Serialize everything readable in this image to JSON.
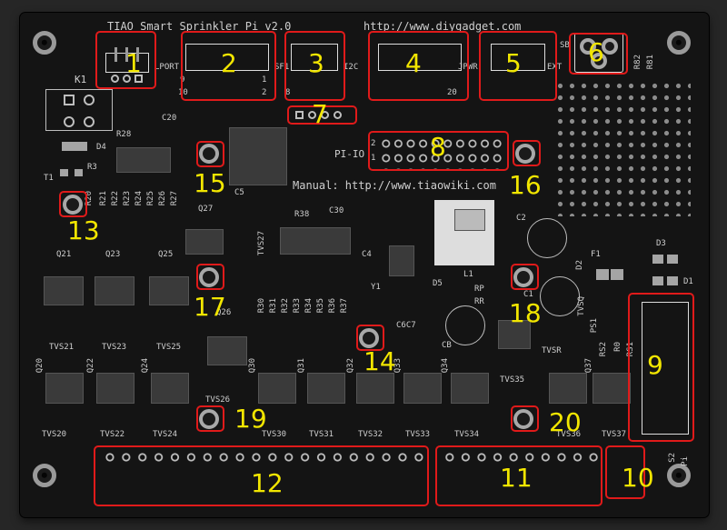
{
  "board": {
    "title": "TIAO Smart Sprinkler Pi v2.0",
    "url": "http://www.diygadget.com",
    "manual": "Manual: http://www.tiaowiki.com",
    "pi_io": "PI-IO"
  },
  "connector_labels": {
    "lport": "LPORT",
    "sf1": "SF1",
    "i2c": "I2C",
    "jpwr": "JPWR",
    "ext": "EXT",
    "sb": "SB",
    "k1": "K1"
  },
  "pin_numbers": {
    "left_ten": "10",
    "right_one": "1",
    "right_two": "2",
    "left_nine": "9",
    "left_eight": "8",
    "left_twenty": "20"
  },
  "components": {
    "d4": "D4",
    "t1": "T1",
    "r3": "R3",
    "r28": "R28",
    "c20": "C20",
    "c5": "C5",
    "q27": "Q27",
    "tvs27": "TVS27",
    "r38": "R38",
    "c30": "C30",
    "c2": "C2",
    "c4": "C4",
    "y1": "Y1",
    "d5": "D5",
    "l1": "L1",
    "rp": "RP",
    "rr": "RR",
    "c1": "C1",
    "c6c7": "C6C7",
    "cb": "CB",
    "d2": "D2",
    "d3": "D3",
    "d1": "D1",
    "f1": "F1",
    "tvsq": "TVSQ",
    "tvsr": "TVSR",
    "ps1": "PS1",
    "rs2": "RS2",
    "r0": "R0",
    "rs1": "RS1",
    "q26": "Q26",
    "tvs26": "TVS26",
    "tvs35": "TVS35",
    "r82": "R82",
    "r81": "R81",
    "s2": "S2",
    "pi": "Pi",
    "r20": "R20"
  },
  "resistor_column": [
    "R21",
    "R22",
    "R23",
    "R24",
    "R25",
    "R26",
    "R27"
  ],
  "resistor_column2": [
    "R30",
    "R31",
    "R32",
    "R33",
    "R34",
    "R35",
    "R36",
    "R37"
  ],
  "q_top": [
    "Q21",
    "Q23",
    "Q25"
  ],
  "tvs_top": [
    "TVS21",
    "TVS23",
    "TVS25"
  ],
  "q_bottom": [
    "Q20",
    "Q22",
    "Q24",
    "Q30",
    "Q31",
    "Q32",
    "Q33",
    "Q34",
    "Q37"
  ],
  "tvs_bottom": [
    "TVS20",
    "TVS22",
    "TVS24",
    "TVS30",
    "TVS31",
    "TVS32",
    "TVS33",
    "TVS34",
    "TVS36",
    "TVS37"
  ],
  "callouts": [
    "1",
    "2",
    "3",
    "4",
    "5",
    "6",
    "7",
    "8",
    "9",
    "10",
    "11",
    "12",
    "13",
    "14",
    "15",
    "16",
    "17",
    "18",
    "19",
    "20"
  ],
  "colors": {
    "callout_box": "#e01a1a",
    "callout_number": "#f2e600",
    "pcb": "#141414",
    "silkscreen": "#cfcfcf"
  }
}
